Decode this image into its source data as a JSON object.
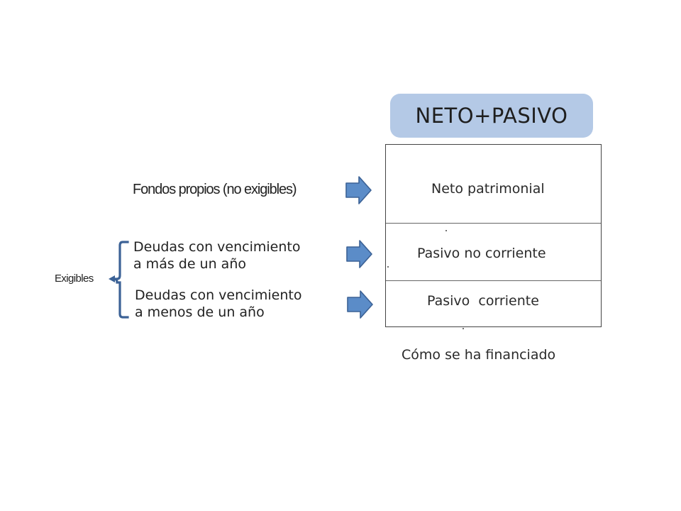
{
  "header": {
    "title": "NETO+PASIVO"
  },
  "balance_box": {
    "rows": [
      {
        "label": "Neto patrimonial"
      },
      {
        "label": "Pasivo no corriente"
      },
      {
        "label": "Pasivo  corriente"
      }
    ]
  },
  "left_labels": {
    "fondos_propios": "Fondos propios (no exigibles)",
    "exigibles": "Exigibles",
    "deudas_largo": {
      "line1": "Deudas con vencimiento",
      "line2": "a más de un año"
    },
    "deudas_corto": {
      "line1": "Deudas con vencimiento",
      "line2": "a menos de un año"
    }
  },
  "footer": {
    "caption": "Cómo se ha financiado"
  },
  "colors": {
    "header_fill": "#b4c9e6",
    "arrow_fill": "#5b8cc8",
    "arrow_stroke": "#3c6296",
    "brace": "#3c6296"
  },
  "icons": [
    "right-arrow-icon",
    "curly-brace-icon",
    "left-pointer-icon"
  ]
}
